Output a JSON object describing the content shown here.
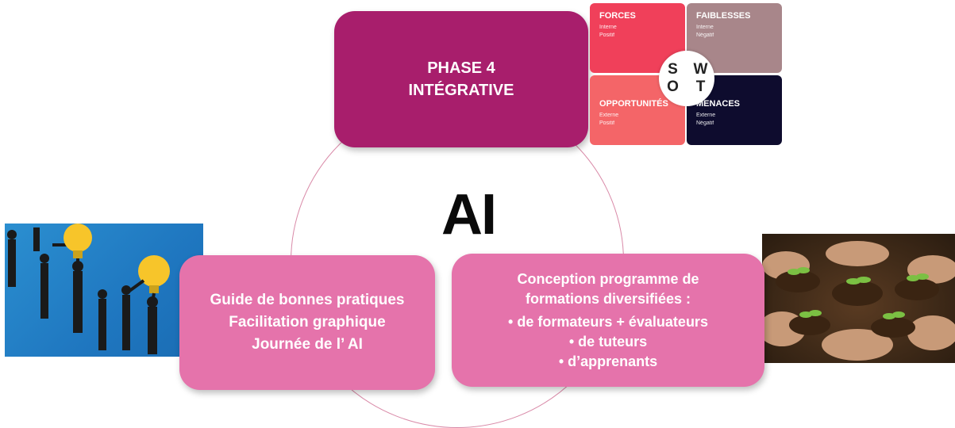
{
  "center": {
    "title": "AI"
  },
  "phase": {
    "line1": "PHASE 4",
    "line2": "INTÉGRATIVE"
  },
  "left_box": {
    "lines": [
      "Guide de bonnes pratiques",
      "Facilitation graphique",
      "Journée de l’ AI"
    ]
  },
  "right_box": {
    "heading1": "Conception programme de",
    "heading2": "formations diversifiées :",
    "bullets": [
      "• de formateurs + évaluateurs",
      "• de tuteurs",
      "• d’apprenants"
    ]
  },
  "swot": {
    "letters": [
      "S",
      "W",
      "O",
      "T"
    ],
    "quadrants": [
      {
        "title": "FORCES",
        "sub1": "Interne",
        "sub2": "Positif"
      },
      {
        "title": "FAIBLESSES",
        "sub1": "Interne",
        "sub2": "Négatif"
      },
      {
        "title": "OPPORTUNITÉS",
        "sub1": "Externe",
        "sub2": "Positif"
      },
      {
        "title": "MENACES",
        "sub1": "Externe",
        "sub2": "Négatif"
      }
    ]
  },
  "colors": {
    "phase": "#a81e6c",
    "boxes": "#e573ab",
    "ring": "#d98aa8"
  }
}
